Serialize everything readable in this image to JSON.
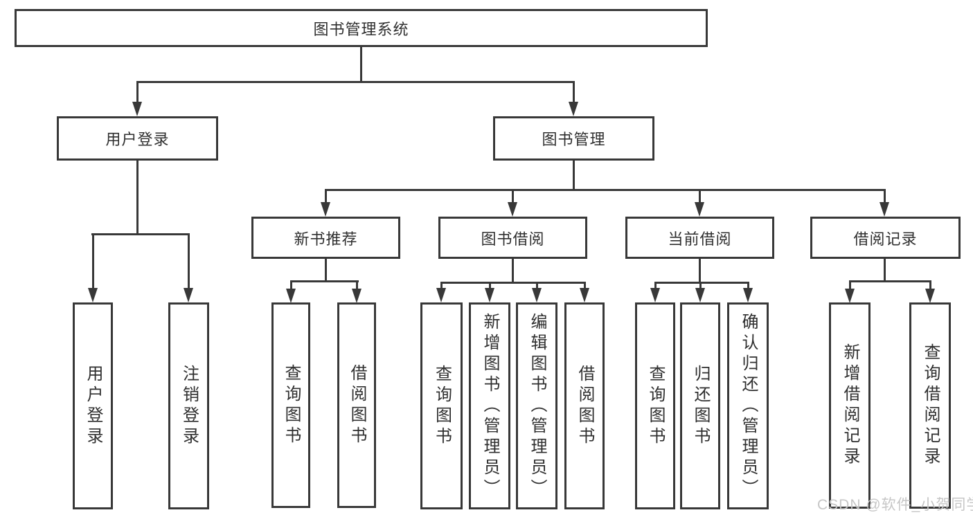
{
  "colors": {
    "line": "#383838",
    "text": "#2f2f2f",
    "watermark": "#c6c6c6",
    "background": "#ffffff"
  },
  "tree": {
    "root": {
      "label": "图书管理系统"
    },
    "login_branch": {
      "label": "用户登录",
      "leaves": [
        {
          "label": "用户登录"
        },
        {
          "label": "注销登录"
        }
      ]
    },
    "mgmt_branch": {
      "label": "图书管理",
      "groups": [
        {
          "label": "新书推荐",
          "leaves": [
            {
              "label": "查询图书"
            },
            {
              "label": "借阅图书"
            }
          ]
        },
        {
          "label": "图书借阅",
          "leaves": [
            {
              "label": "查询图书"
            },
            {
              "label": "新增图书（管理员）"
            },
            {
              "label": "编辑图书（管理员）"
            },
            {
              "label": "借阅图书"
            }
          ]
        },
        {
          "label": "当前借阅",
          "leaves": [
            {
              "label": "查询图书"
            },
            {
              "label": "归还图书"
            },
            {
              "label": "确认归还（管理员）"
            }
          ]
        },
        {
          "label": "借阅记录",
          "leaves": [
            {
              "label": "新增借阅记录"
            },
            {
              "label": "查询借阅记录"
            }
          ]
        }
      ]
    }
  },
  "watermark": {
    "text": "CSDN @软件_小贺同学"
  }
}
